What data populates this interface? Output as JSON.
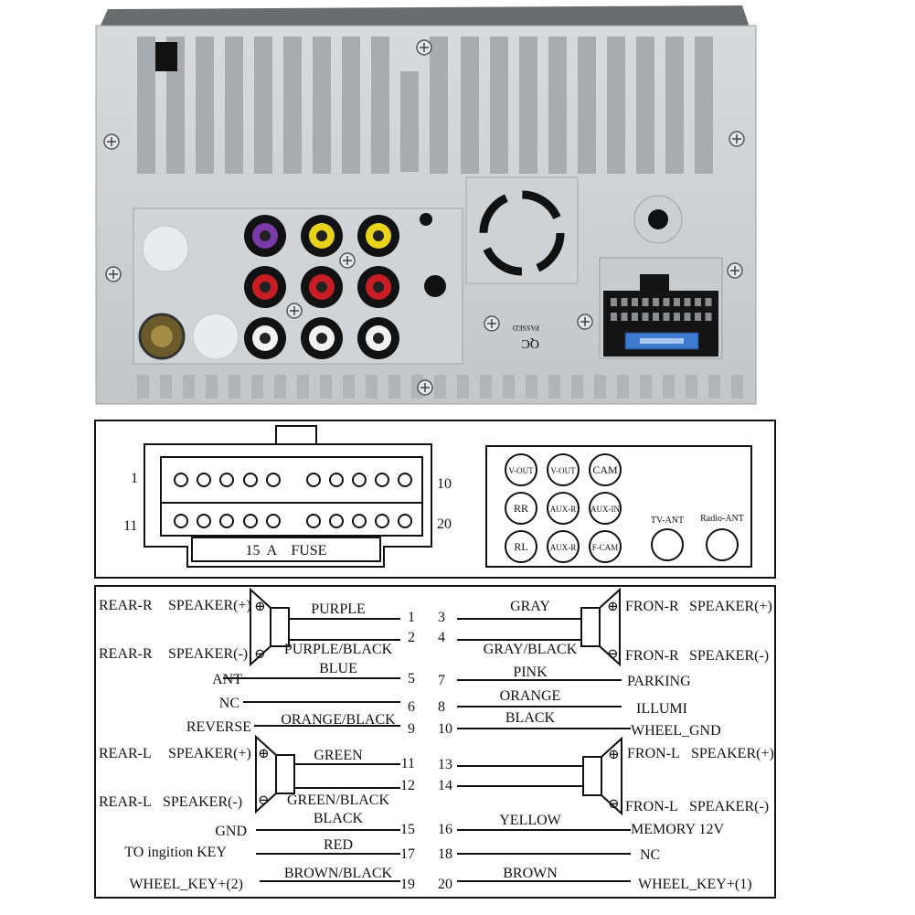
{
  "connector_panel": {
    "pin_label_1": "1",
    "pin_label_10": "10",
    "pin_label_11": "11",
    "pin_label_20": "20",
    "fuse_label": "15  A    FUSE"
  },
  "rca_panel": {
    "jacks": [
      {
        "label": "V-OUT"
      },
      {
        "label": "V-OUT"
      },
      {
        "label": "CAM"
      },
      {
        "label": "RR"
      },
      {
        "label": "AUX-R"
      },
      {
        "label": "AUX-IN"
      },
      {
        "label": "RL"
      },
      {
        "label": "AUX-R"
      },
      {
        "label": "F-CAM"
      }
    ],
    "tv_ant": "TV-ANT",
    "radio_ant": "Radio-ANT"
  },
  "photo_text": {
    "qc_mark": "QC",
    "passed": "PASSED"
  },
  "wiring": {
    "left": [
      {
        "function": "REAR-R",
        "detail": "SPEAKER(+)",
        "color": "PURPLE",
        "pin": "1"
      },
      {
        "function": "REAR-R",
        "detail": "SPEAKER(-)",
        "color": "PURPLE/BLACK",
        "pin": "2"
      },
      {
        "function": "ANT",
        "detail": "",
        "color": "BLUE",
        "pin": "5"
      },
      {
        "function": "NC",
        "detail": "",
        "color": "",
        "pin": "6"
      },
      {
        "function": "REVERSE",
        "detail": "",
        "color": "ORANGE/BLACK",
        "pin": "9"
      },
      {
        "function": "REAR-L",
        "detail": "SPEAKER(+)",
        "color": "GREEN",
        "pin": "11"
      },
      {
        "function": "REAR-L",
        "detail": "SPEAKER(-)",
        "color": "GREEN/BLACK",
        "pin": "12"
      },
      {
        "function": "GND",
        "detail": "",
        "color": "BLACK",
        "pin": "15"
      },
      {
        "function": "TO ingition KEY",
        "detail": "",
        "color": "RED",
        "pin": "17"
      },
      {
        "function": "WHEEL_KEY+(2)",
        "detail": "",
        "color": "BROWN/BLACK",
        "pin": "19"
      }
    ],
    "right": [
      {
        "function": "FRON-R",
        "detail": "SPEAKER(+)",
        "color": "GRAY",
        "pin": "3"
      },
      {
        "function": "FRON-R",
        "detail": "SPEAKER(-)",
        "color": "GRAY/BLACK",
        "pin": "4"
      },
      {
        "function": "PARKING",
        "detail": "",
        "color": "PINK",
        "pin": "7"
      },
      {
        "function": "ILLUMI",
        "detail": "",
        "color": "ORANGE",
        "pin": "8"
      },
      {
        "function": "WHEEL_GND",
        "detail": "",
        "color": "BLACK",
        "pin": "10"
      },
      {
        "function": "FRON-L",
        "detail": "SPEAKER(+)",
        "color": "",
        "pin": "13"
      },
      {
        "function": "FRON-L",
        "detail": "SPEAKER(-)",
        "color": "",
        "pin": "14"
      },
      {
        "function": "MEMORY 12V",
        "detail": "",
        "color": "YELLOW",
        "pin": "16"
      },
      {
        "function": "NC",
        "detail": "",
        "color": "",
        "pin": "18"
      },
      {
        "function": "WHEEL_KEY+(1)",
        "detail": "",
        "color": "BROWN",
        "pin": "20"
      }
    ]
  }
}
